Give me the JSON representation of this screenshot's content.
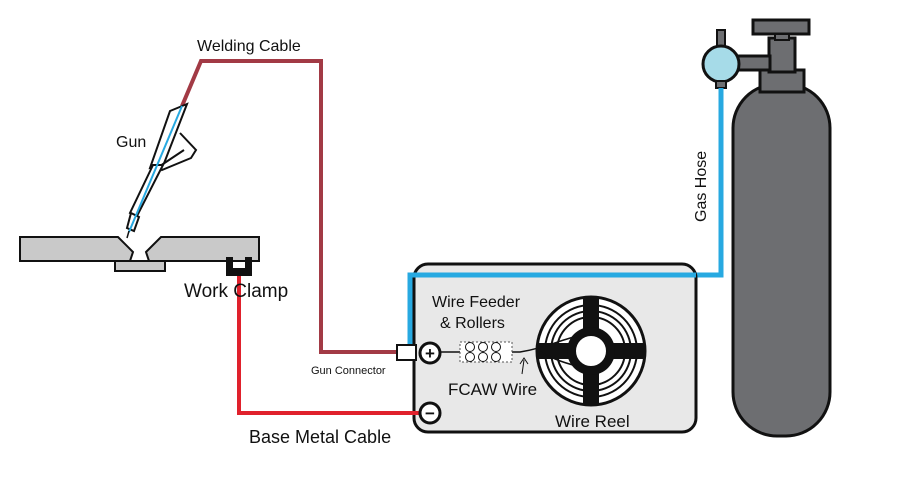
{
  "labels": {
    "welding_cable": "Welding Cable",
    "gun": "Gun",
    "work_clamp": "Work Clamp",
    "gun_connector": "Gun Connector",
    "base_metal_cable": "Base Metal Cable",
    "wire_feeder_line1": "Wire Feeder",
    "wire_feeder_line2": "& Rollers",
    "fcaw_wire": "FCAW Wire",
    "wire_reel": "Wire Reel",
    "gas_hose": "Gas Hose",
    "plus": "+",
    "minus": "−"
  },
  "colors": {
    "welding_cable": "#a23a45",
    "base_metal_cable": "#e0212c",
    "gas_hose": "#27a9e1",
    "cylinder_body": "#6d6e71",
    "valve_gauge": "#a6dbe8",
    "feeder_box": "#e8e8e8",
    "workpiece": "#c9c9c9",
    "outline": "#111111"
  }
}
